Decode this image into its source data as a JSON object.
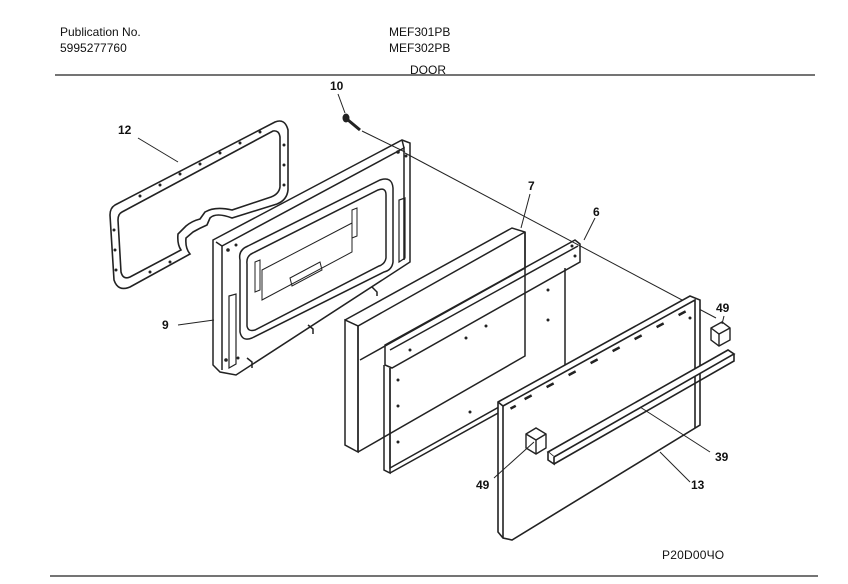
{
  "header": {
    "publication_label": "Publication No.",
    "publication_number": "5995277760",
    "models": [
      "MEF301PB",
      "MEF302PB"
    ],
    "section_title": "DOOR"
  },
  "callouts": [
    {
      "id": "10",
      "label": "10"
    },
    {
      "id": "12",
      "label": "12"
    },
    {
      "id": "7",
      "label": "7"
    },
    {
      "id": "6",
      "label": "6"
    },
    {
      "id": "9",
      "label": "9"
    },
    {
      "id": "49a",
      "label": "49"
    },
    {
      "id": "49b",
      "label": "49"
    },
    {
      "id": "39",
      "label": "39"
    },
    {
      "id": "13",
      "label": "13"
    }
  ],
  "footer": {
    "diagram_code": "P20D00ЧО"
  }
}
